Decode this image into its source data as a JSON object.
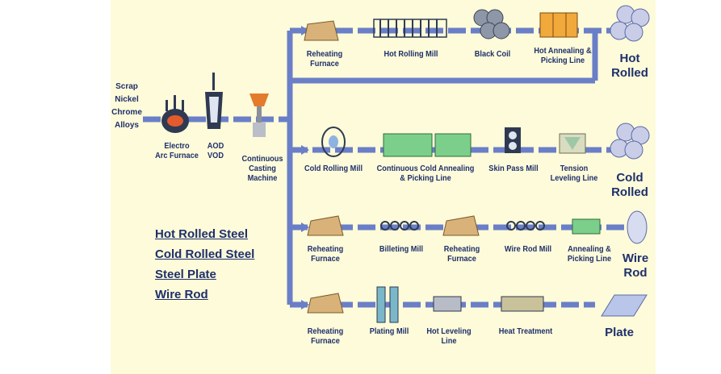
{
  "inputs": [
    "Scrap",
    "Nickel",
    "Chrome",
    "Alloys"
  ],
  "main_steps": {
    "eaf": "Electro\nArc Furnace",
    "aod": "AOD\nVOD",
    "ccm": "Continuous\nCasting\nMachine"
  },
  "rows": {
    "hot": {
      "steps": [
        "Reheating\nFurnace",
        "Hot Rolling Mill",
        "Black Coil",
        "Hot Annealing &\nPicking Line"
      ],
      "output": "Hot\nRolled"
    },
    "cold": {
      "steps": [
        "Cold Rolling Mill",
        "Continuous Cold Annealing\n& Picking Line",
        "Skin Pass Mill",
        "Tension\nLeveling Line"
      ],
      "output": "Cold\nRolled"
    },
    "wire": {
      "steps": [
        "Reheating\nFurnace",
        "Billeting Mill",
        "Reheating\nFurnace",
        "Wire Rod Mill",
        "Annealing &\nPicking Line"
      ],
      "output": "Wire\nRod"
    },
    "plate": {
      "steps": [
        "Reheating\nFurnace",
        "Plating Mill",
        "Hot Leveling\nLine",
        "Heat Treatment"
      ],
      "output": "Plate"
    }
  },
  "legend": [
    "Hot Rolled Steel",
    "Cold Rolled Steel",
    "Steel Plate",
    "Wire Rod"
  ],
  "colors": {
    "background": "#fdfbd9",
    "flow_line": "#6a7fc8",
    "text": "#1f2f6b",
    "equipment_green": "#7ccf8a",
    "equipment_orange": "#f2a93b",
    "equipment_tan": "#d9b27a"
  }
}
